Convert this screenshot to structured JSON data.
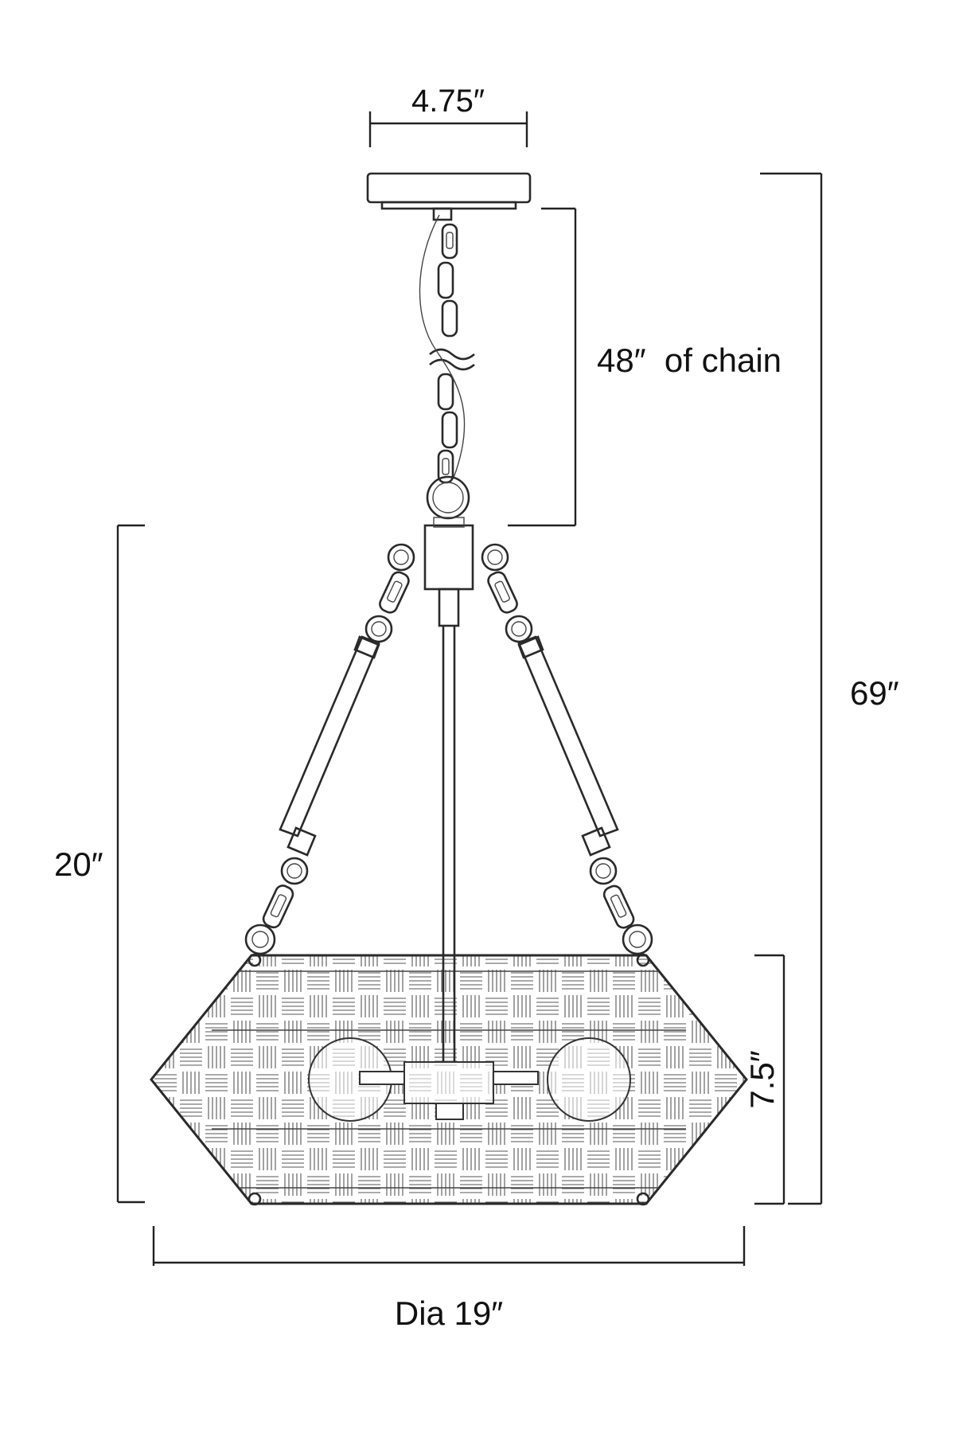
{
  "dimensions": {
    "canopy_width": "4.75″",
    "chain_length": "48″  of chain",
    "overall_height": "69″",
    "fixture_height": "20″",
    "shade_height": "7.5″",
    "diameter": "Dia 19″"
  },
  "colors": {
    "line": "#2a2a2a",
    "background": "#ffffff"
  },
  "icons": [
    "canopy",
    "chain-link",
    "bulb",
    "woven-shade"
  ]
}
